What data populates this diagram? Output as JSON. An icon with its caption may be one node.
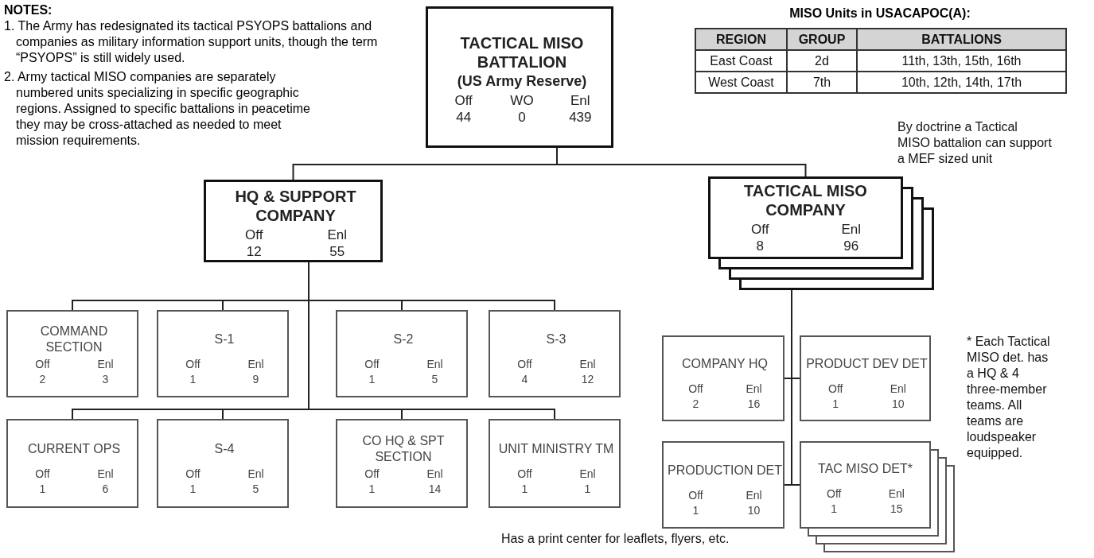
{
  "diagram": {
    "nodes": [
      {
        "text": [
          "TACTICAL MISO BATTALION",
          "(US Army Reserve)",
          "Off",
          "WO",
          "Enl",
          "44",
          "0",
          "439"
        ]
      },
      {
        "text": [
          "HQ & SUPPORT COMPANY",
          "Off",
          "Enl",
          "12",
          "55"
        ]
      },
      {
        "text": [
          "TACTICAL MISO COMPANY",
          "Off",
          "Enl",
          "8",
          "96"
        ]
      },
      {
        "text": [
          "COMMAND SECTION",
          "Off",
          "Enl",
          "2",
          "3"
        ]
      },
      {
        "text": [
          "S-1",
          "Off",
          "Enl",
          "1",
          "9"
        ]
      },
      {
        "text": [
          "S-2",
          "Off",
          "Enl",
          "1",
          "5"
        ]
      },
      {
        "text": [
          "S-3",
          "Off",
          "Enl",
          "4",
          "12"
        ]
      },
      {
        "text": [
          "CURRENT OPS",
          "Off",
          "Enl",
          "1",
          "6"
        ]
      },
      {
        "text": [
          "S-4",
          "Off",
          "Enl",
          "1",
          "5"
        ]
      },
      {
        "text": [
          "CO HQ & SPT SECTION",
          "Off",
          "Enl",
          "1",
          "14"
        ]
      },
      {
        "text": [
          "UNIT MINISTRY TM",
          "Off",
          "Enl",
          "1",
          "1"
        ]
      },
      {
        "text": [
          "COMPANY HQ",
          "Off",
          "Enl",
          "2",
          "16"
        ]
      },
      {
        "text": [
          "PRODUCT DEV DET",
          "Off",
          "Enl",
          "1",
          "10"
        ]
      },
      {
        "text": [
          "PRODUCTION DET",
          "Off",
          "Enl",
          "1",
          "10"
        ],
        "beside": [
          "Has a print center for leaflets, flyers, etc."
        ]
      },
      {
        "text": [
          "TAC MISO DET*",
          "Off",
          "Enl",
          "1",
          "15"
        ],
        "beside": [
          "* Each Tactical MISO det. has a HQ & 4 three-member teams. All teams are loudspeaker equipped."
        ]
      }
    ],
    "edges": [
      {
        "from": 0,
        "to": 1,
        "arrow": "none"
      },
      {
        "from": 0,
        "to": 2,
        "arrow": "none"
      },
      {
        "from": 1,
        "to": 3,
        "arrow": "none"
      },
      {
        "from": 1,
        "to": 4,
        "arrow": "none"
      },
      {
        "from": 1,
        "to": 5,
        "arrow": "none"
      },
      {
        "from": 1,
        "to": 6,
        "arrow": "none"
      },
      {
        "from": 1,
        "to": 7,
        "arrow": "none"
      },
      {
        "from": 1,
        "to": 8,
        "arrow": "none"
      },
      {
        "from": 1,
        "to": 9,
        "arrow": "none"
      },
      {
        "from": 1,
        "to": 10,
        "arrow": "none"
      },
      {
        "from": 2,
        "to": 11,
        "arrow": "none"
      },
      {
        "from": 2,
        "to": 12,
        "arrow": "none"
      },
      {
        "from": 2,
        "to": 13,
        "arrow": "none"
      },
      {
        "from": 2,
        "to": 14,
        "arrow": "none"
      }
    ],
    "labels": [
      "NOTES:",
      "1. The Army has redesignated its tactical PSYOPS battalions and companies as military information support units, though the term “PSYOPS” is still widely used.",
      "2. Army tactical MISO companies are separately numbered units specializing in specific geographic regions. Assigned to specific battalions in peacetime they may be cross-attached as needed to meet mission requirements.",
      "MISO Units in USACAPOC(A):",
      "REGION",
      "GROUP",
      "BATTALIONS",
      "East Coast",
      "2d",
      "11th, 13th, 15th, 16th",
      "West Coast",
      "7th",
      "10th, 12th, 14th, 17th",
      "By doctrine a Tactical MISO battalion can support a MEF sized unit"
    ]
  }
}
